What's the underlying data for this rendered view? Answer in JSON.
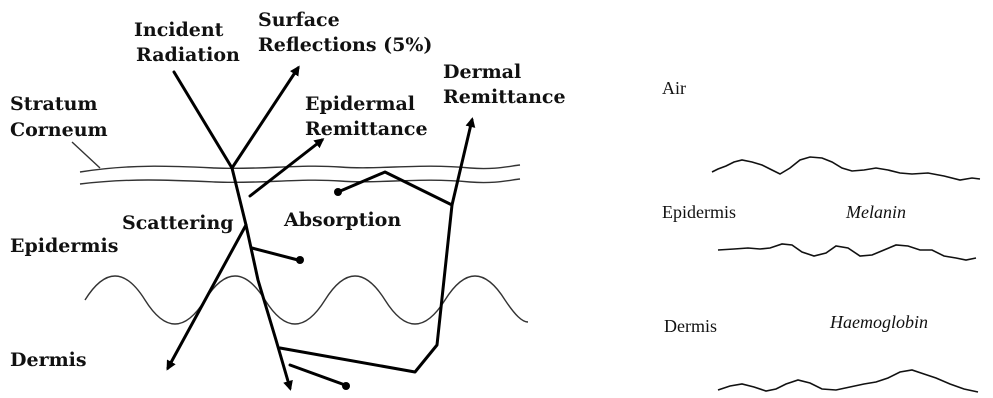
{
  "left_diagram": {
    "incident_radiation": [
      "Incident",
      "Radiation"
    ],
    "surface_reflections": [
      "Surface",
      "Reflections (5%)"
    ],
    "dermal_remittance": [
      "Dermal",
      "Remittance"
    ],
    "epidermal_remittance": [
      "Epidermal",
      "Remittance"
    ],
    "stratum_corneum": [
      "Stratum",
      "Corneum"
    ],
    "scattering": "Scattering",
    "absorption": "Absorption",
    "epidermis": "Epidermis",
    "dermis": "Dermis"
  },
  "right_diagram": {
    "air": "Air",
    "epidermis": "Epidermis",
    "melanin": "Melanin",
    "dermis": "Dermis",
    "haemoglobin": "Haemoglobin"
  }
}
